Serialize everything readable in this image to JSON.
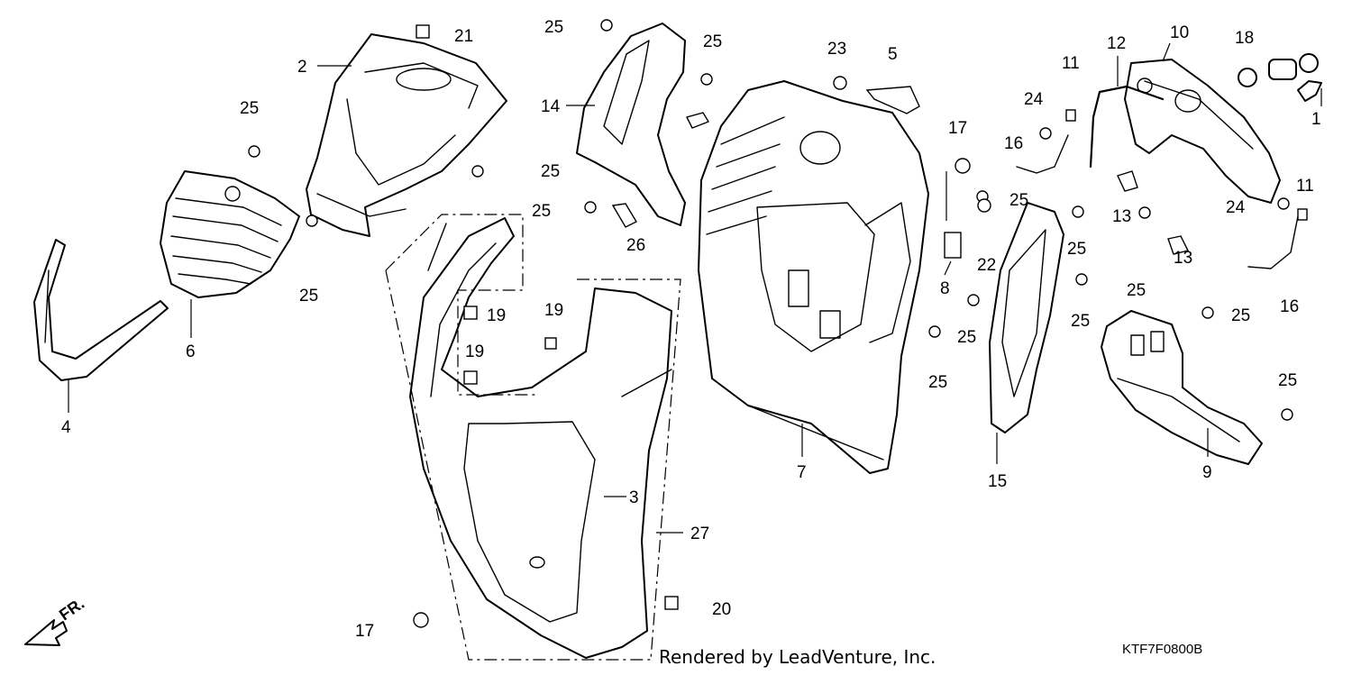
{
  "diagram": {
    "callouts": [
      "1",
      "2",
      "3",
      "4",
      "5",
      "6",
      "7",
      "8",
      "9",
      "10",
      "11",
      "12",
      "13",
      "14",
      "15",
      "16",
      "17",
      "18",
      "19",
      "20",
      "21",
      "22",
      "23",
      "24",
      "25",
      "26",
      "27"
    ],
    "front_arrow_label": "FR.",
    "credit": "Rendered by LeadVenture, Inc.",
    "diagram_code": "KTF7F0800B"
  },
  "colors": {
    "line": "#000000",
    "background": "#ffffff"
  }
}
